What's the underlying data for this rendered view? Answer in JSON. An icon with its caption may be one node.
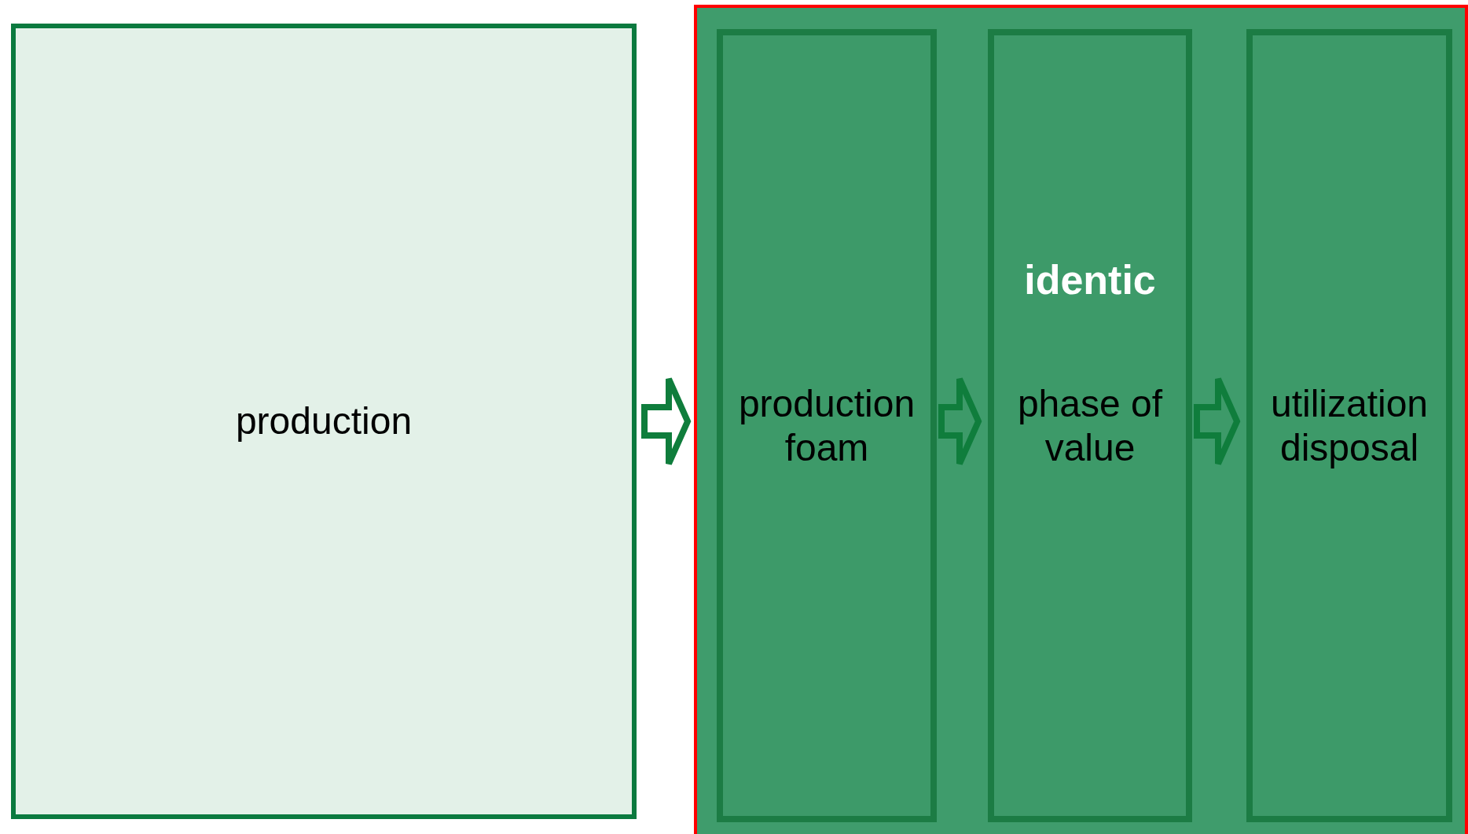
{
  "diagram": {
    "nodes": [
      {
        "text": [
          "production"
        ]
      },
      {
        "text": [],
        "shape": "box"
      },
      {
        "text": [
          "production foam"
        ],
        "in": 1
      },
      {
        "text": [
          "identic",
          "phase of value"
        ],
        "in": 1
      },
      {
        "text": [
          "utilization disposal"
        ],
        "in": 1
      }
    ],
    "edges": [
      {
        "from": 0,
        "to": 1,
        "arrow": "to"
      },
      {
        "from": 2,
        "to": 3,
        "arrow": "to"
      },
      {
        "from": 3,
        "to": 4,
        "arrow": "to"
      }
    ]
  }
}
